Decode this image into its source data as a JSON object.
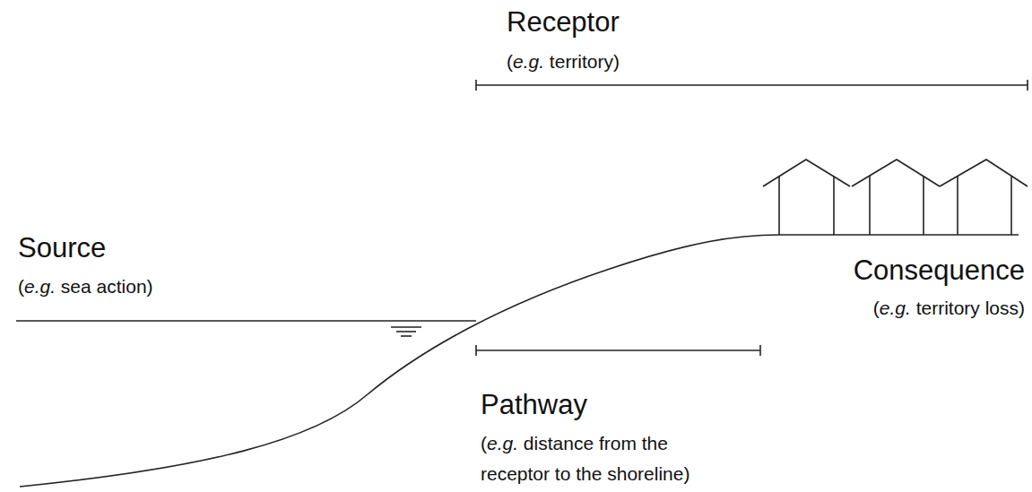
{
  "diagram": {
    "labels": [
      "Receptor",
      "(e.g. territory)",
      "Source",
      "(e.g. sea action)",
      "Consequence",
      "(e.g. territory loss)",
      "Pathway",
      "(e.g. distance from the receptor to the shoreline)"
    ]
  }
}
